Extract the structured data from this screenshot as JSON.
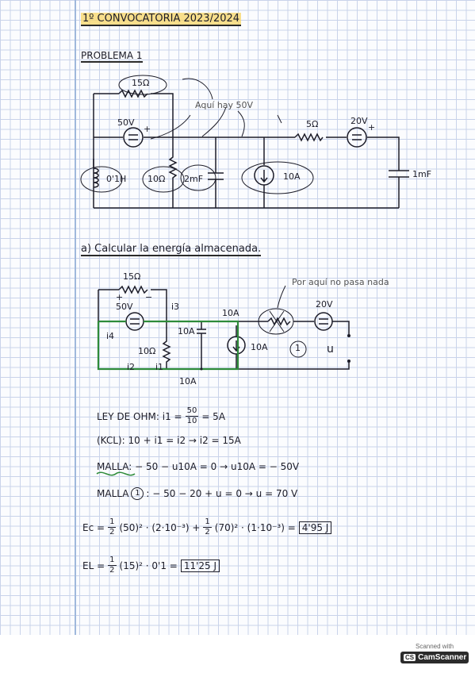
{
  "header": {
    "title": "1º CONVOCATORIA 2023/2024"
  },
  "problem": {
    "label": "PROBLEMA 1"
  },
  "circuit1": {
    "r15": "15Ω",
    "annotation": "Aquí hay 50V",
    "v50": "50V",
    "plus_a": "+",
    "r5": "5Ω",
    "v20": "20V",
    "plus_b": "+",
    "inductor": "0'1H",
    "r10": "10Ω",
    "cap2": "2mF",
    "i10": "10A",
    "cap1": "1mF"
  },
  "part_a": {
    "label": "a) Calcular la energía almacenada."
  },
  "circuit2": {
    "r15": "15Ω",
    "plus1": "+",
    "minus1": "−",
    "v50": "50V",
    "i3": "i3",
    "annotation": "Por aquí no pasa nada",
    "v20": "20V",
    "i4": "i4",
    "a10_top": "10A",
    "a10_mid": "10A",
    "a10_src": "10A",
    "r10": "10Ω",
    "i2": "i2",
    "i1": "i1",
    "a10_bot": "10A",
    "u": "u",
    "loop1": "1"
  },
  "equations": {
    "ohm": "LEY DE OHM: i1 = 50/10 = 5A",
    "ohm_prefix": "LEY DE OHM: i1 =",
    "ohm_num": "50",
    "ohm_den": "10",
    "ohm_result": "= 5A",
    "kcl": "(KCL): 10 + i1 = i2 → i2 = 15A",
    "malla": "MALLA",
    "malla_rest": ": − 50 − u10A = 0 → u10A = − 50V",
    "malla1_prefix": "MALLA",
    "malla1_rest": ": − 50 − 20 + u = 0 → u = 70 V",
    "ec_prefix": "Ec =",
    "ec_body": "(50)² · (2·10⁻³) + ",
    "ec_body2": "(70)² · (1·10⁻³) =",
    "ec_result": "4'95 J",
    "el_prefix": "EL =",
    "el_body": "(15)² · 0'1 =",
    "el_result": "11'25 J",
    "half_num": "1",
    "half_den": "2"
  },
  "stamp": {
    "scanned_with": "Scanned with",
    "app": "CamScanner",
    "logo": "CS"
  }
}
